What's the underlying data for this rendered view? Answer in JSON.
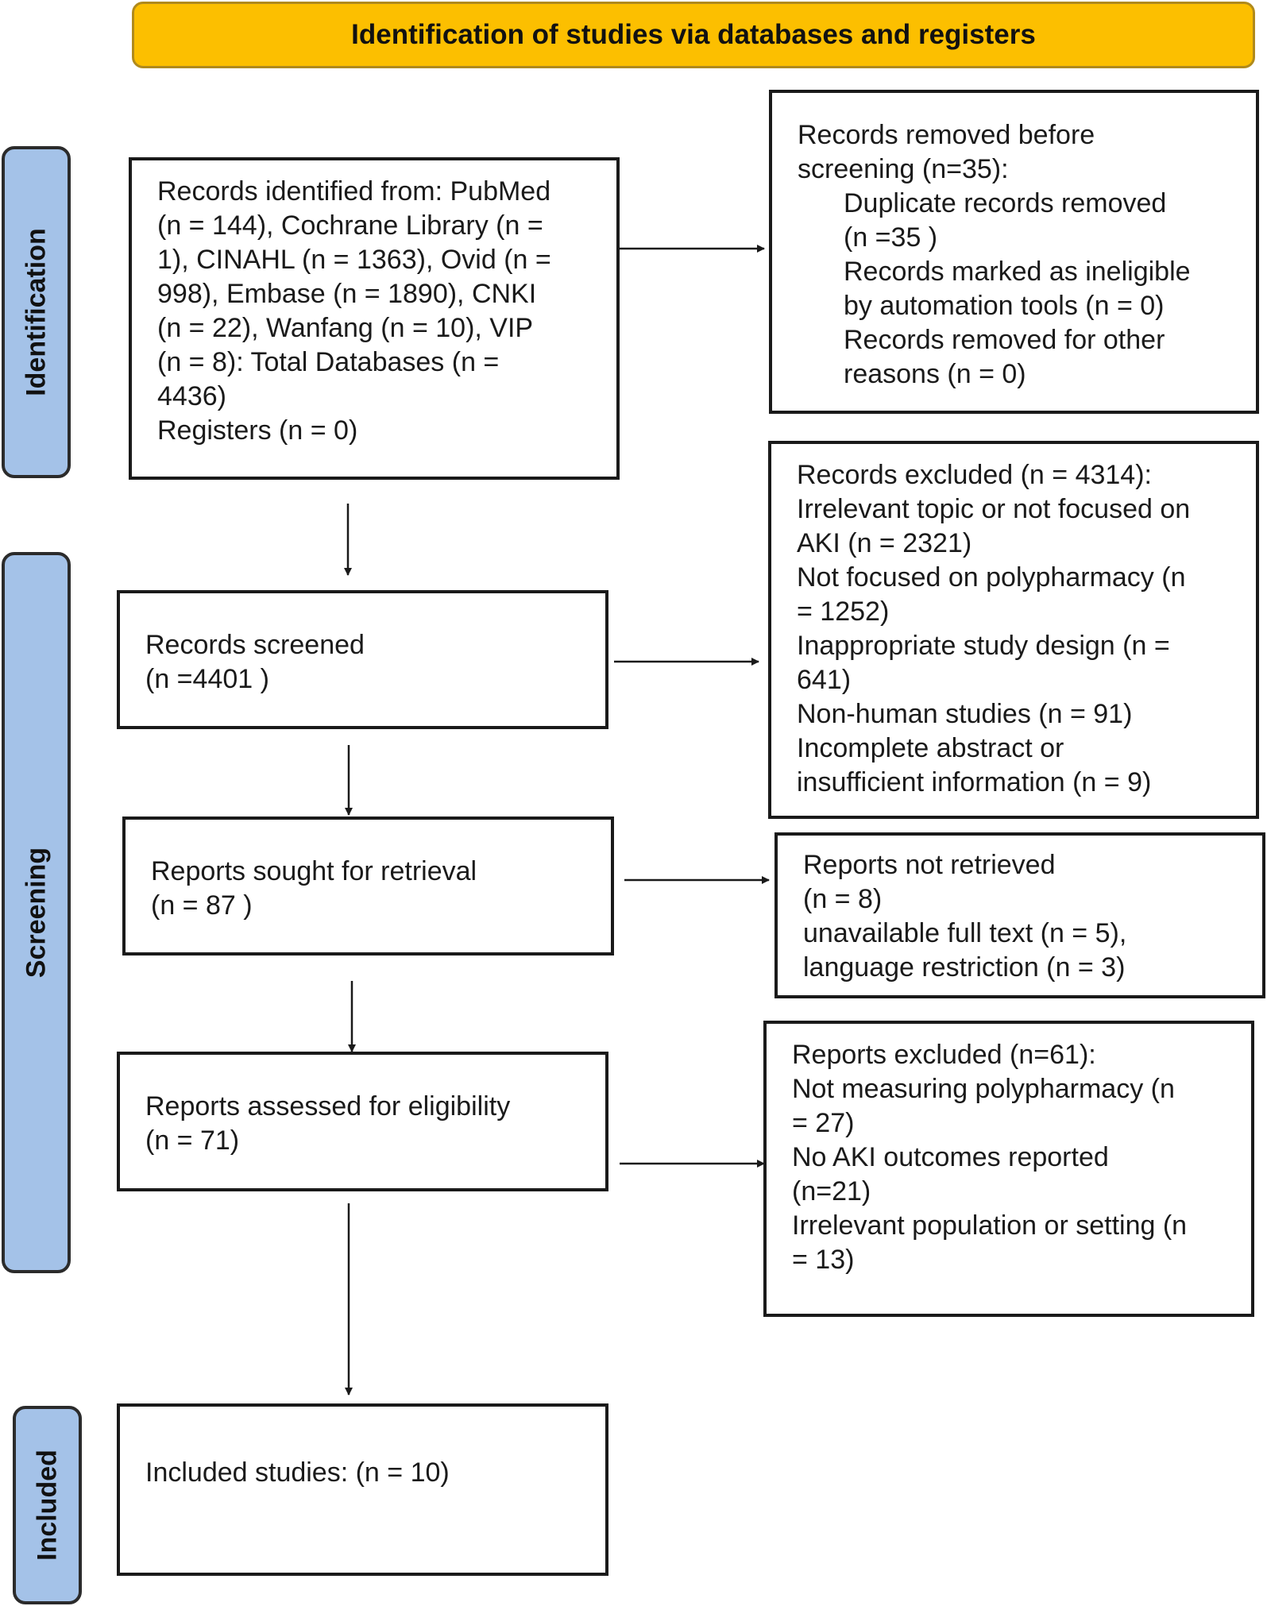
{
  "header": {
    "title": "Identification of studies via databases and registers"
  },
  "phases": {
    "identification": "Identification",
    "screening": "Screening",
    "included": "Included"
  },
  "boxes": {
    "records_identified": [
      "Records identified from: PubMed",
      "(n = 144), Cochrane Library (n =",
      "1), CINAHL (n = 1363), Ovid (n =",
      "998), Embase (n = 1890), CNKI",
      "(n = 22), Wanfang (n = 10), VIP",
      "(n = 8): Total  Databases (n =",
      "4436)",
      "Registers (n = 0)"
    ],
    "removed_before": [
      "Records removed before",
      "screening (n=35):",
      "Duplicate records removed",
      "(n =35 )",
      "Records marked as ineligible",
      "by automation tools (n = 0)",
      "Records removed for other",
      "reasons (n = 0)"
    ],
    "records_screened": [
      "Records screened",
      "(n =4401 )"
    ],
    "records_excluded": [
      "Records excluded (n = 4314):",
      "Irrelevant topic or not focused on",
      "AKI (n = 2321)",
      "Not focused on polypharmacy (n",
      "= 1252)",
      "Inappropriate study design (n =",
      "641)",
      "Non-human studies (n = 91)",
      "Incomplete abstract or",
      "insufficient information (n = 9)"
    ],
    "reports_sought": [
      "Reports sought for retrieval",
      "(n = 87 )"
    ],
    "reports_not_retrieved": [
      "Reports not retrieved",
      "(n = 8)",
      "unavailable full text (n = 5),",
      "language restriction (n = 3)"
    ],
    "reports_assessed": [
      "Reports assessed for eligibility",
      "(n = 71)"
    ],
    "reports_excluded": [
      "Reports excluded (n=61):",
      "Not measuring polypharmacy (n",
      "= 27)",
      "No AKI outcomes reported",
      "(n=21)",
      "Irrelevant population or setting (n",
      "= 13)"
    ],
    "included_studies": [
      "Included studies: (n = 10)"
    ]
  }
}
